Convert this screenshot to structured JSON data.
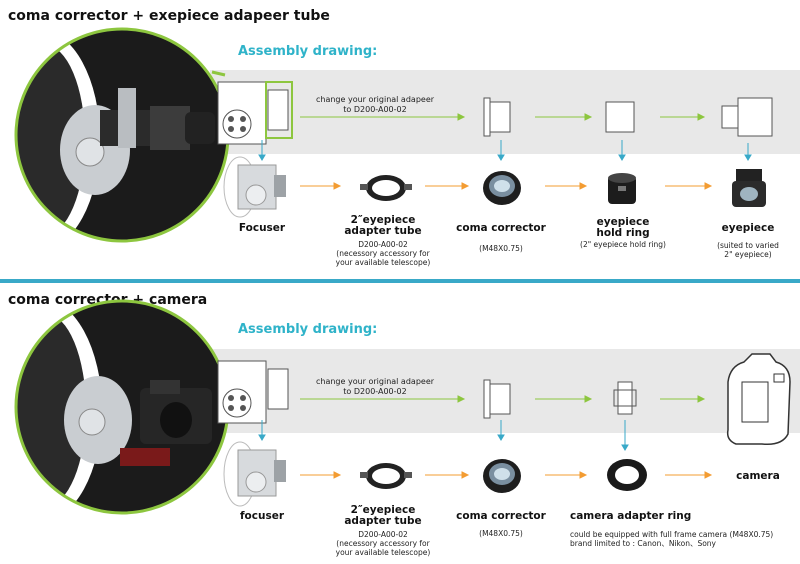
{
  "colors": {
    "accent": "#2fb3c9",
    "circle": "#8dc63f",
    "arrow_green": "#8dc63f",
    "arrow_orange": "#f39c32",
    "arrow_blue": "#39a9c8",
    "band": "#e8e8e8",
    "divider": "#39a9c8"
  },
  "section1": {
    "title": "coma corrector + exepiece adapeer tube",
    "assembly": "Assembly drawing:",
    "change_note": [
      "change your original adapeer",
      "to D200-A00-02"
    ],
    "labels": {
      "focuser": "Focuser",
      "adapter": [
        "2″eyepiece",
        "adapter tube"
      ],
      "adapter_sub": [
        "D200-A00-02",
        "(necessory accessory for",
        "your available telescope)"
      ],
      "coma": "coma corrector",
      "coma_sub": "(M48X0.75)",
      "hold": [
        "eyepiece",
        "hold ring"
      ],
      "hold_sub": "(2\" eyepiece hold ring)",
      "eyepiece": "eyepiece",
      "eyepiece_sub": [
        "(suited to varied",
        "2\" eyepiece)"
      ]
    }
  },
  "section2": {
    "title": "coma corrector + camera",
    "assembly": "Assembly drawing:",
    "change_note": [
      "change your original adapeer",
      "to D200-A00-02"
    ],
    "labels": {
      "focuser": "focuser",
      "adapter": [
        "2″eyepiece",
        "adapter tube"
      ],
      "adapter_sub": [
        "D200-A00-02",
        "(necessory accessory for",
        "your available telescope)"
      ],
      "coma": "coma corrector",
      "coma_sub": "(M48X0.75)",
      "camera_ring": "camera adapter ring",
      "camera_ring_sub": [
        "could be equipped with full frame camera (M48X0.75)",
        "brand limited to : Canon、Nikon、Sony"
      ],
      "camera": "camera"
    }
  }
}
